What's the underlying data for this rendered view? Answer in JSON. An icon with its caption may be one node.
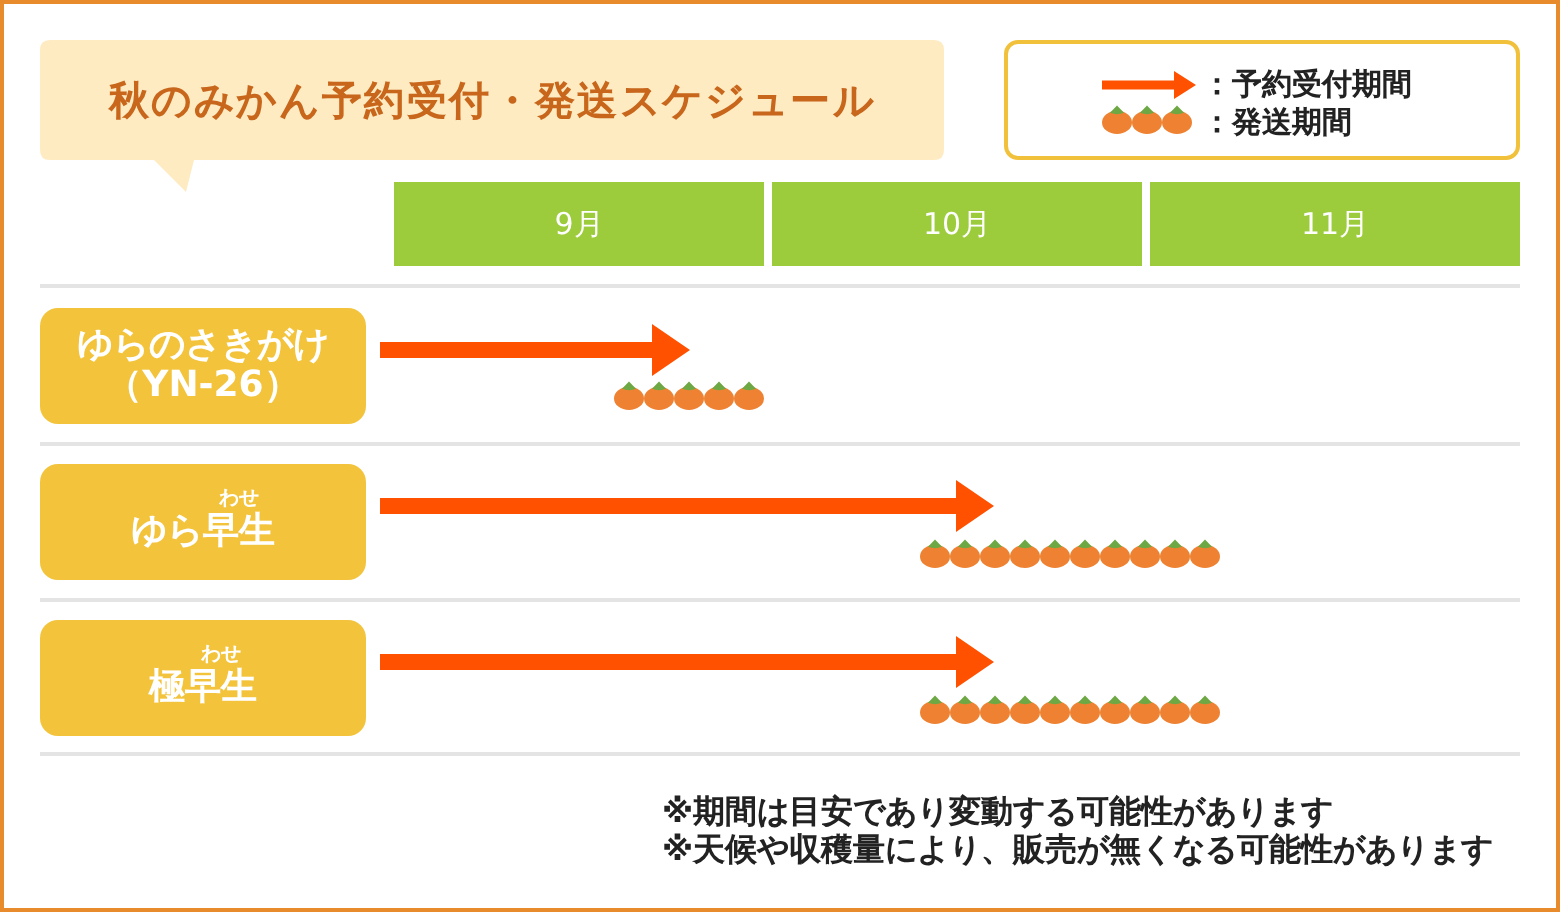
{
  "diagram": {
    "title": "秋のみかん予約受付・発送スケジュール",
    "nodes": [
      {
        "text": [
          "9月"
        ]
      },
      {
        "text": [
          "10月"
        ]
      },
      {
        "text": [
          "11月"
        ]
      },
      {
        "text": [
          "ゆらのさきがけ（YN-26）"
        ]
      },
      {
        "text": [
          "わせ",
          "ゆら早生"
        ]
      },
      {
        "text": [
          "わせ",
          "極早生"
        ]
      }
    ],
    "labels": [
      "※期間は目安であり変動する可能性があります",
      "※天候や収穫量により、販売が無くなる可能性があります"
    ],
    "legend": [
      {
        "text": "：予約受付期間"
      },
      {
        "text": "：発送期間"
      }
    ]
  }
}
